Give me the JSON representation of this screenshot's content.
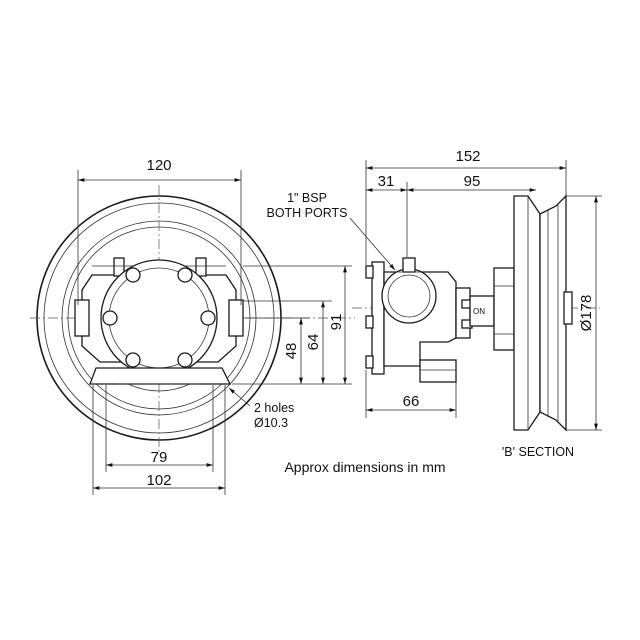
{
  "dimensions": {
    "front_width": "120",
    "front_base_outer": "102",
    "front_base_inner": "79",
    "height_48": "48",
    "height_64": "64",
    "height_91": "91",
    "side_total": "152",
    "side_offset": "31",
    "side_body": "95",
    "side_base": "66",
    "pulley_dia": "Ø178"
  },
  "notes": {
    "ports_line1": "1\" BSP",
    "ports_line2": "BOTH PORTS",
    "holes_line1": "2 holes",
    "holes_line2": "Ø10.3",
    "on_label": "ON",
    "section_label": "'B' SECTION",
    "caption": "Approx dimensions in mm"
  }
}
